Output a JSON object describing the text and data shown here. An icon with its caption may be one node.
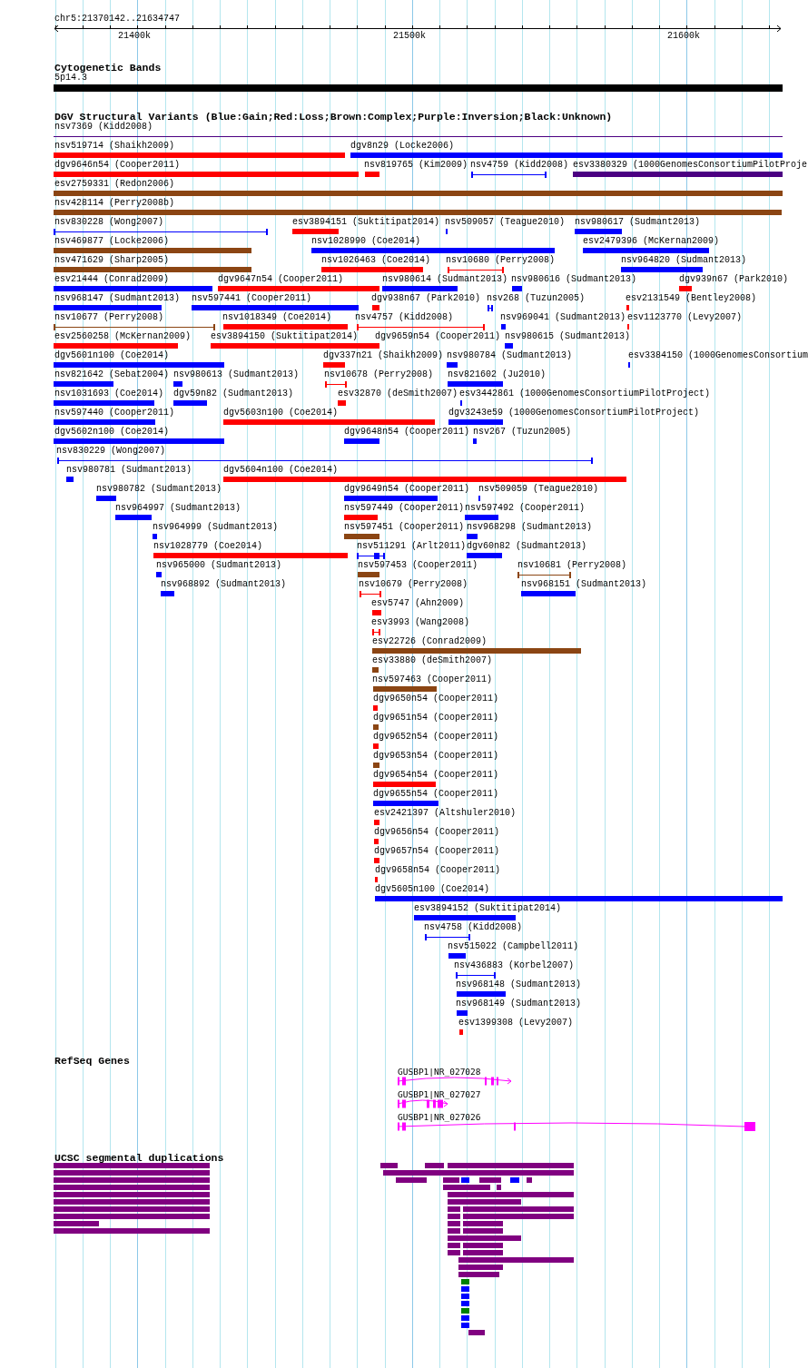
{
  "diagram": {
    "labels": [
      "chr5:21370142..21634747",
      "21400k",
      "21500k",
      "21600k",
      "Cytogenetic Bands",
      "5p14.3",
      "DGV Structural Variants (Blue:Gain;Red:Loss;Brown:Complex;Purple:Inversion;Black:Unknown)",
      "nsv7369 (Kidd2008)",
      "nsv519714 (Shaikh2009)",
      "dgv8n29 (Locke2006)",
      "dgv9646n54 (Cooper2011)",
      "nsv819765 (Kim2009)",
      "nsv4759 (Kidd2008)",
      "esv3380329 (1000GenomesConsortiumPilotProje",
      "esv2759331 (Redon2006)",
      "nsv428114 (Perry2008b)",
      "nsv830228 (Wong2007)",
      "esv3894151 (Suktitipat2014)",
      "nsv509057 (Teague2010)",
      "nsv980617 (Sudmant2013)",
      "nsv469877 (Locke2006)",
      "nsv1028990 (Coe2014)",
      "esv2479396 (McKernan2009)",
      "nsv471629 (Sharp2005)",
      "nsv1026463 (Coe2014)",
      "nsv10680 (Perry2008)",
      "nsv964820 (Sudmant2013)",
      "esv21444 (Conrad2009)",
      "dgv9647n54 (Cooper2011)",
      "nsv980614 (Sudmant2013)",
      "nsv980616 (Sudmant2013)",
      "dgv939n67 (Park2010)",
      "nsv968147 (Sudmant2013)",
      "nsv597441 (Cooper2011)",
      "dgv938n67 (Park2010)",
      "nsv268 (Tuzun2005)",
      "esv2131549 (Bentley2008)",
      "nsv10677 (Perry2008)",
      "nsv1018349 (Coe2014)",
      "nsv4757 (Kidd2008)",
      "nsv969041 (Sudmant2013)",
      "esv1123770 (Levy2007)",
      "esv2560258 (McKernan2009)",
      "esv3894150 (Suktitipat2014)",
      "dgv9659n54 (Cooper2011)",
      "nsv980615 (Sudmant2013)",
      "dgv5601n100 (Coe2014)",
      "dgv337n21 (Shaikh2009)",
      "nsv980784 (Sudmant2013)",
      "esv3384150 (1000GenomesConsortium",
      "nsv821642 (Sebat2004)",
      "nsv980613 (Sudmant2013)",
      "nsv10678 (Perry2008)",
      "nsv821602 (Ju2010)",
      "nsv1031693 (Coe2014)",
      "dgv59n82 (Sudmant2013)",
      "esv32870 (deSmith2007)",
      "esv3442861 (1000GenomesConsortiumPilotProject)",
      "nsv597440 (Cooper2011)",
      "dgv5603n100 (Coe2014)",
      "dgv3243e59 (1000GenomesConsortiumPilotProject)",
      "dgv5602n100 (Coe2014)",
      "dgv9648n54 (Cooper2011)",
      "nsv267 (Tuzun2005)",
      "nsv830229 (Wong2007)",
      "nsv980781 (Sudmant2013)",
      "dgv5604n100 (Coe2014)",
      "nsv980782 (Sudmant2013)",
      "dgv9649n54 (Cooper2011)",
      "nsv509059 (Teague2010)",
      "nsv964997 (Sudmant2013)",
      "nsv597449 (Cooper2011)",
      "nsv597492 (Cooper2011)",
      "nsv964999 (Sudmant2013)",
      "nsv597451 (Cooper2011)",
      "nsv968298 (Sudmant2013)",
      "nsv1028779 (Coe2014)",
      "nsv511291 (Arlt2011)",
      "dgv60n82 (Sudmant2013)",
      "nsv965000 (Sudmant2013)",
      "nsv597453 (Cooper2011)",
      "nsv10681 (Perry2008)",
      "nsv968892 (Sudmant2013)",
      "nsv10679 (Perry2008)",
      "nsv968151 (Sudmant2013)",
      "esv5747 (Ahn2009)",
      "esv3993 (Wang2008)",
      "esv22726 (Conrad2009)",
      "esv33880 (deSmith2007)",
      "nsv597463 (Cooper2011)",
      "dgv9650n54 (Cooper2011)",
      "dgv9651n54 (Cooper2011)",
      "dgv9652n54 (Cooper2011)",
      "dgv9653n54 (Cooper2011)",
      "dgv9654n54 (Cooper2011)",
      "dgv9655n54 (Cooper2011)",
      "esv2421397 (Altshuler2010)",
      "dgv9656n54 (Cooper2011)",
      "dgv9657n54 (Cooper2011)",
      "dgv9658n54 (Cooper2011)",
      "dgv5605n100 (Coe2014)",
      "esv3894152 (Suktitipat2014)",
      "nsv4758 (Kidd2008)",
      "nsv515022 (Campbell2011)",
      "nsv436883 (Korbel2007)",
      "nsv968148 (Sudmant2013)",
      "nsv968149 (Sudmant2013)",
      "esv1399308 (Levy2007)",
      "RefSeq Genes",
      "GUSBP1|NR_027028",
      "GUSBP1|NR_027027",
      "GUSBP1|NR_027026",
      "UCSC segmental duplications"
    ]
  }
}
